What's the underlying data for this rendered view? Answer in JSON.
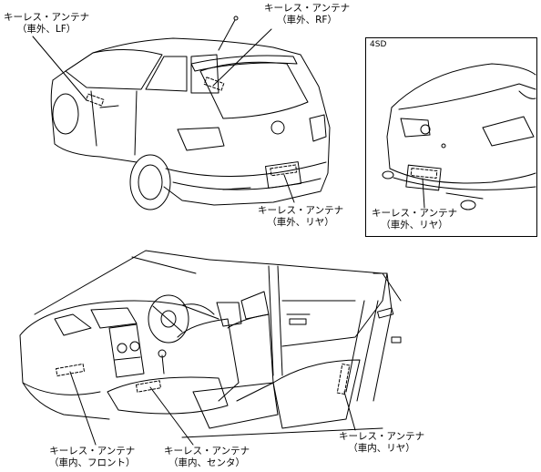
{
  "callouts": {
    "lf": {
      "line1": "キーレス・アンテナ",
      "line2": "（車外、LF）"
    },
    "rf": {
      "line1": "キーレス・アンテナ",
      "line2": "（車外、RF）"
    },
    "rear_hatch": {
      "line1": "キーレス・アンテナ",
      "line2": "（車外、リヤ）"
    },
    "rear_sedan": {
      "line1": "キーレス・アンテナ",
      "line2": "（車外、リヤ）"
    },
    "front_inner": {
      "line1": "キーレス・アンテナ",
      "line2": "（車内、フロント）"
    },
    "center_inner": {
      "line1": "キーレス・アンテナ",
      "line2": "（車内、センタ）"
    },
    "rear_inner": {
      "line1": "キーレス・アンテナ",
      "line2": "（車内、リヤ）"
    }
  },
  "inset": {
    "title": "4SD"
  }
}
